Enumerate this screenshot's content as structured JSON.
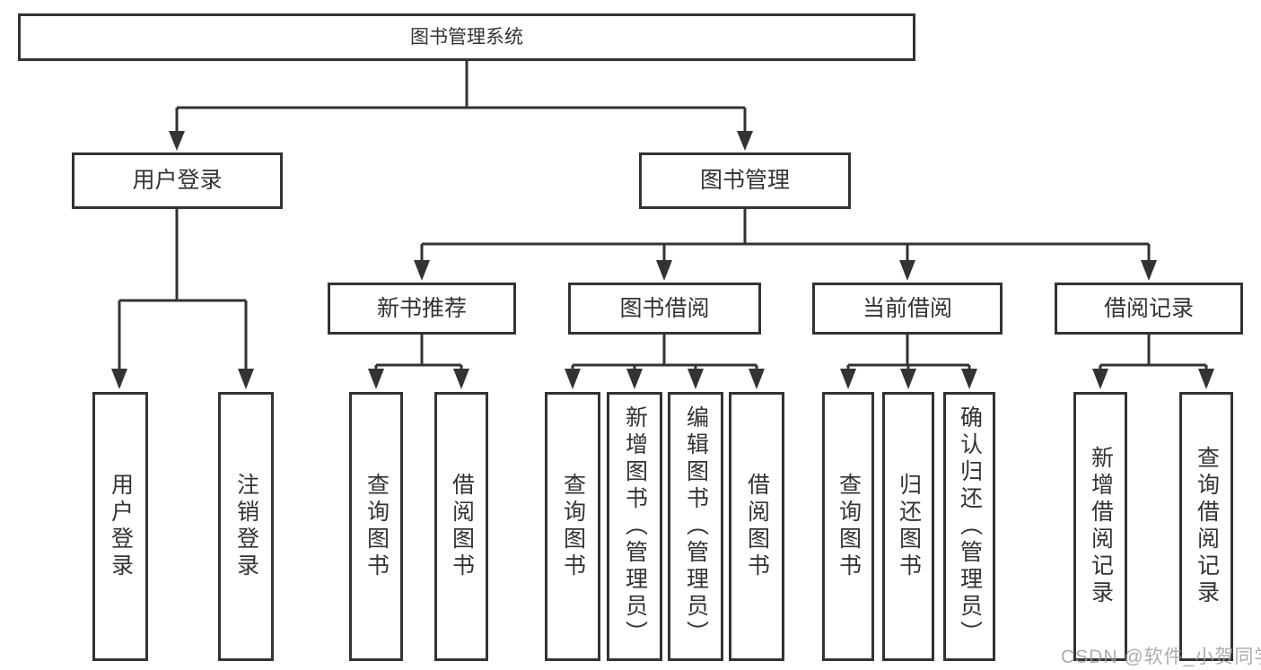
{
  "diagram": {
    "root": {
      "label": "图书管理系统"
    },
    "level2": [
      {
        "label": "用户登录"
      },
      {
        "label": "图书管理"
      }
    ],
    "level3": [
      {
        "label": "新书推荐"
      },
      {
        "label": "图书借阅"
      },
      {
        "label": "当前借阅"
      },
      {
        "label": "借阅记录"
      }
    ],
    "leaves": {
      "user_login": [
        {
          "label": "用户登录"
        },
        {
          "label": "注销登录"
        }
      ],
      "new_book_recommend": [
        {
          "label": "查询图书"
        },
        {
          "label": "借阅图书"
        }
      ],
      "book_borrow": [
        {
          "label": "查询图书"
        },
        {
          "label": "新增图书（管理员）"
        },
        {
          "label": "编辑图书（管理员）"
        },
        {
          "label": "借阅图书"
        }
      ],
      "current_borrow": [
        {
          "label": "查询图书"
        },
        {
          "label": "归还图书"
        },
        {
          "label": "确认归还（管理员）"
        }
      ],
      "borrow_record": [
        {
          "label": "新增借阅记录"
        },
        {
          "label": "查询借阅记录"
        }
      ]
    }
  },
  "watermark": {
    "text": "CSDN @软件_小贺同学"
  },
  "colors": {
    "line": "#333333",
    "box_border": "#333333",
    "text": "#333333",
    "watermark": "#9e9ea0",
    "background": "#ffffff"
  }
}
